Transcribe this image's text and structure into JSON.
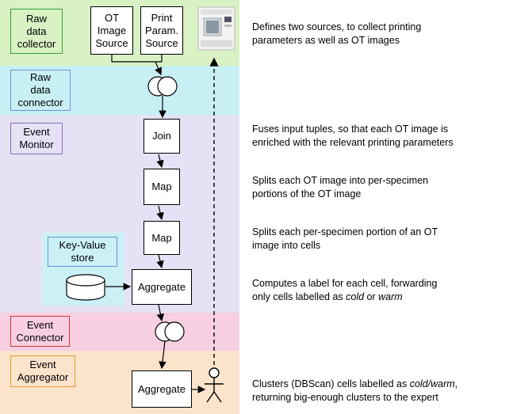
{
  "bands": {
    "raw_collector": {
      "label": "Raw\ndata\ncollector",
      "color": "#d9f2c4",
      "border": "#3a9a3a"
    },
    "raw_connector": {
      "label": "Raw\ndata\nconnector",
      "color": "#c8f0f4",
      "border": "#6b8fd6"
    },
    "event_monitor": {
      "label": "Event\nMonitor",
      "color": "#e6e2f6",
      "border": "#8b6bb5"
    },
    "key_value": {
      "label": "Key-Value\nstore",
      "color": "#cbf1f6",
      "border": "#6b8fd6"
    },
    "event_connector": {
      "label": "Event\nConnector",
      "color": "#f7cfe0",
      "border": "#c83a3a"
    },
    "event_aggregator": {
      "label": "Event\nAggregator",
      "color": "#fbe3cc",
      "border": "#e39a2a"
    }
  },
  "nodes": {
    "ot_source": "OT\nImage\nSource",
    "print_source": "Print\nParam.\nSource",
    "join": "Join",
    "map1": "Map",
    "map2": "Map",
    "aggregate1": "Aggregate",
    "aggregate2": "Aggregate"
  },
  "descriptions": {
    "d1_line1": "Defines two sources, to collect printing",
    "d1_line2": "parameters as well as OT images",
    "d2_line1": "Fuses input tuples, so that each OT image is",
    "d2_line2": "enriched with the relevant printing parameters",
    "d3_line1": "Splits each OT image into per-specimen",
    "d3_line2": "portions of the OT image",
    "d4_line1": "Splits each per-specimen portion of an OT",
    "d4_line2": "image into cells",
    "d5_line1": "Computes a label for each cell, forwarding",
    "d5_line2_a": "only cells labelled as ",
    "d5_line2_cold": "cold",
    "d5_line2_or": " or ",
    "d5_line2_warm": "warm",
    "d6_line1_a": "Clusters (DBScan) cells labelled as ",
    "d6_line1_cw": "cold/warm",
    "d6_line1_b": ",",
    "d6_line2": "returning big-enough clusters to the expert"
  }
}
